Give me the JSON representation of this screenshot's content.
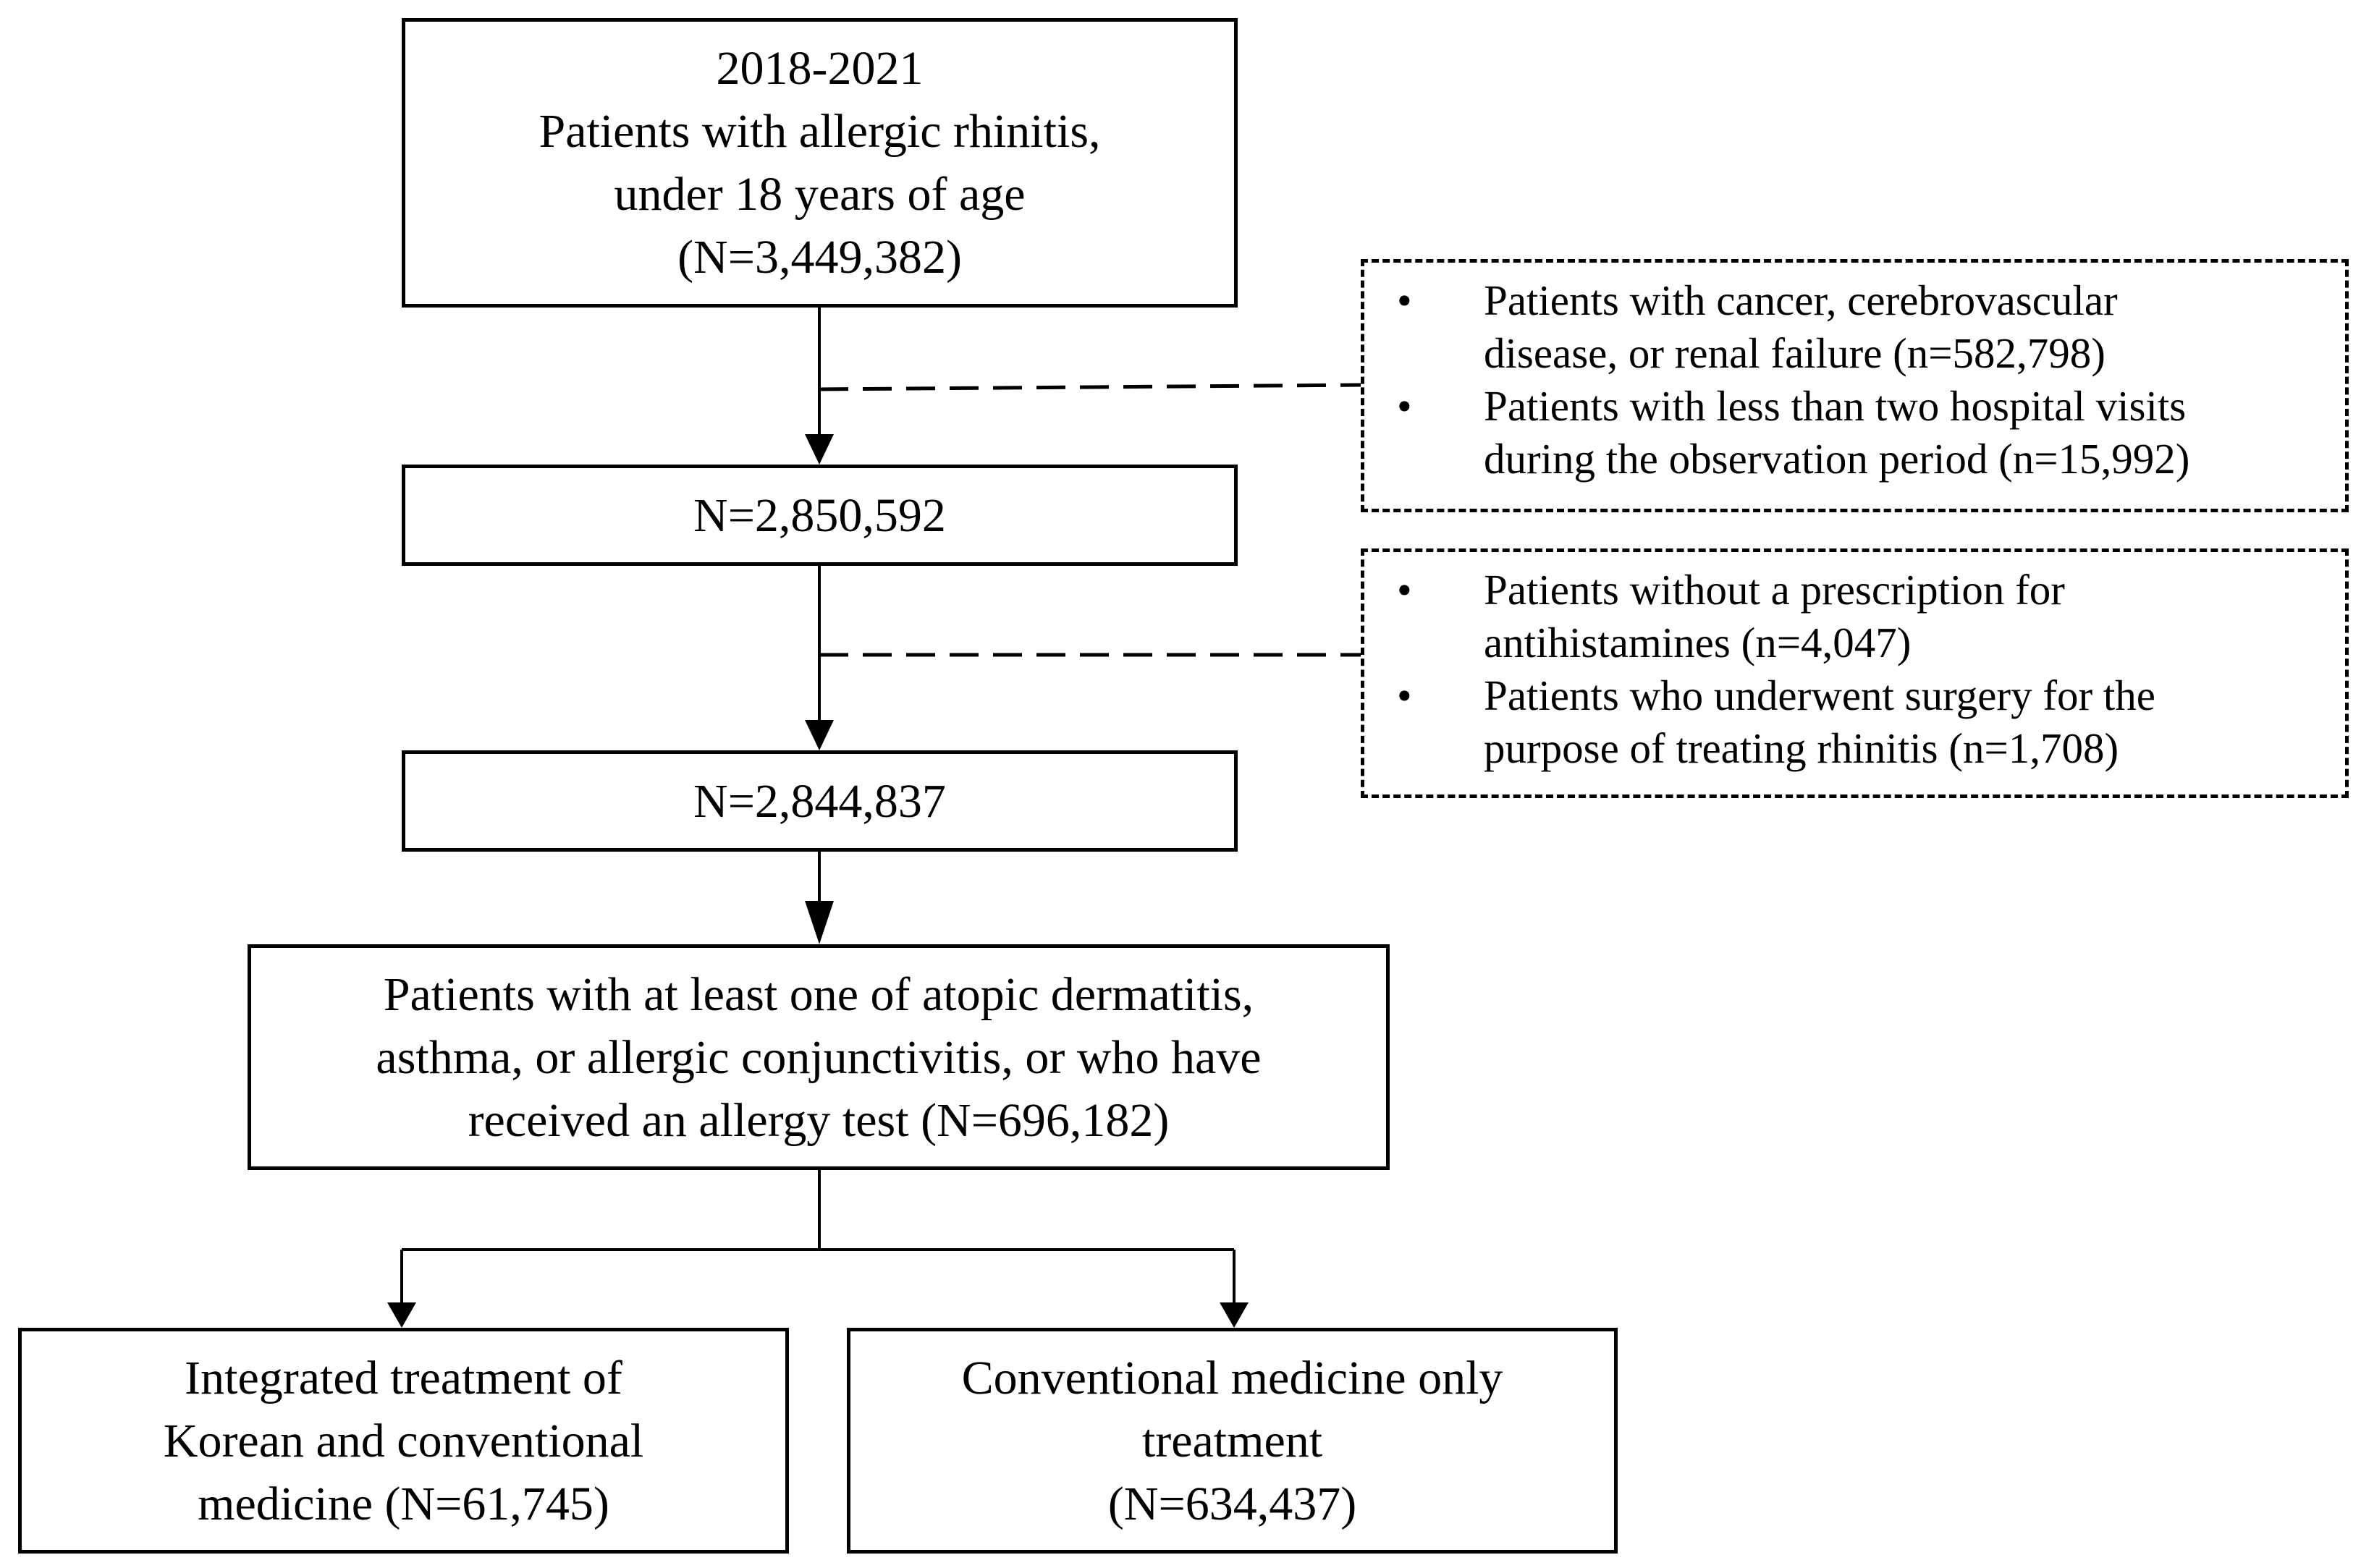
{
  "boxes": {
    "start": [
      "2018-2021",
      "Patients with allergic rhinitis,",
      "under 18 years of age",
      "(N=3,449,382)"
    ],
    "step1": [
      "N=2,850,592"
    ],
    "step2": [
      "N=2,844,837"
    ],
    "subset": [
      "Patients with at least one of atopic dermatitis,",
      "asthma, or allergic conjunctivitis, or who have",
      "received an allergy test (N=696,182)"
    ],
    "integrated": [
      "Integrated treatment of",
      "Korean and conventional",
      "medicine (N=61,745)"
    ],
    "conventional": [
      "Conventional medicine only",
      "treatment",
      "(N=634,437)"
    ]
  },
  "exclusions": {
    "first": [
      [
        "Patients with cancer, cerebrovascular",
        "disease, or renal failure (n=582,798)"
      ],
      [
        "Patients with less than two hospital visits",
        "during the observation period (n=15,992)"
      ]
    ],
    "second": [
      [
        "Patients without a prescription for",
        "antihistamines (n=4,047)"
      ],
      [
        "Patients who underwent surgery for the",
        "purpose of treating rhinitis (n=1,708)"
      ]
    ]
  }
}
